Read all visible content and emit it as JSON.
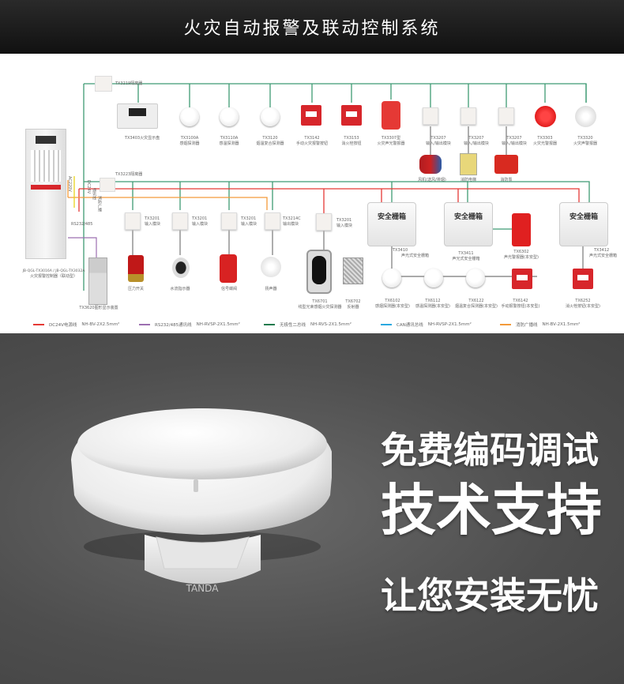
{
  "header": {
    "title": "火灾自动报警及联动控制系统"
  },
  "diagram": {
    "top_isolator": "TX3219隔离器",
    "mid_isolator": "TX3223隔离器",
    "controller": {
      "model": "JB-QGL-TX3016A / JB-QGL-TX3032A",
      "name": "火灾报警控制器（联动型）"
    },
    "rs_label": "RS232/485",
    "vertical_labels": [
      "AC220V",
      "DC24V",
      "通讯线",
      "消防广播"
    ],
    "graphic_display": "TX3620图形显示装置",
    "top_row": [
      {
        "model": "TX3403火灾显示盘",
        "name": ""
      },
      {
        "model": "TX3100A",
        "name": "感烟探测器"
      },
      {
        "model": "TX3110A",
        "name": "感温探测器"
      },
      {
        "model": "TX3120",
        "name": "烟温复合探测器"
      },
      {
        "model": "TX3142",
        "name": "手动火灾报警按钮"
      },
      {
        "model": "TX3153",
        "name": "消火栓按钮"
      },
      {
        "model": "TX3307型",
        "name": "火灾声光警报器"
      },
      {
        "model": "TX3207",
        "name": "输入/输出模块"
      },
      {
        "model": "TX3207",
        "name": "输入/输出模块"
      },
      {
        "model": "TX3207",
        "name": "输入/输出模块"
      },
      {
        "model": "TX3303",
        "name": "火灾光警报器"
      },
      {
        "model": "TX3320",
        "name": "火灾声警报器"
      }
    ],
    "linked_devices": [
      "风机(送风/排烟)",
      "消防电梯",
      "消防泵"
    ],
    "modules_row": [
      {
        "model": "TX3201",
        "name": "输入模块"
      },
      {
        "model": "TX3201",
        "name": "输入模块"
      },
      {
        "model": "TX3201",
        "name": "输入模块"
      },
      {
        "model": "TX3214C",
        "name": "输出模块"
      },
      {
        "model": "TX3201",
        "name": "输入模块"
      }
    ],
    "field_devices": [
      "压力开关",
      "水流指示器",
      "信号蝶阀",
      "扬声器"
    ],
    "beam": {
      "model": "TX6701",
      "name": "线型光束感烟火灾探测器"
    },
    "reflector": {
      "model": "TX6702",
      "name": "反射器"
    },
    "barrier_text": "安全栅箱",
    "barriers": [
      {
        "model": "TX3410",
        "name": "声光式安全栅箱"
      },
      {
        "model": "TX3411",
        "name": "声光式安全栅箱"
      },
      {
        "model": "TX3412",
        "name": "声光式安全栅箱"
      }
    ],
    "sounder_is": {
      "model": "TX6302",
      "name": "声光警报器(本安型)"
    },
    "is_devices": [
      {
        "model": "TX6102",
        "name": "感烟探测器(本安型)"
      },
      {
        "model": "TX6112",
        "name": "感温探测器(本安型)"
      },
      {
        "model": "TX6122",
        "name": "烟温复合探测器(本安型)"
      },
      {
        "model": "TX6142",
        "name": "手动报警按钮(本安型)"
      },
      {
        "model": "TX6252",
        "name": "消火栓按钮(本安型)"
      }
    ],
    "legend": [
      {
        "name": "DC24V电源线",
        "cable": "NH-BV-2X2.5mm²",
        "color": "#e53935"
      },
      {
        "name": "RS232/485通讯线",
        "cable": "NH-RVSP-2X1.5mm²",
        "color": "#9c6fb0"
      },
      {
        "name": "无极性二总线",
        "cable": "NH-RVS-2X1.5mm²",
        "color": "#1f7a4d"
      },
      {
        "name": "CAN通讯总线",
        "cable": "NH-RVSP-2X1.5mm²",
        "color": "#29a8e0"
      },
      {
        "name": "消防广播线",
        "cable": "NH-BV-2X1.5mm²",
        "color": "#f39a3a"
      }
    ]
  },
  "promo": {
    "line1": "免费编码调试",
    "line2": "技术支持",
    "line3": "让您安装无忧",
    "product_brand": "TANDA"
  }
}
